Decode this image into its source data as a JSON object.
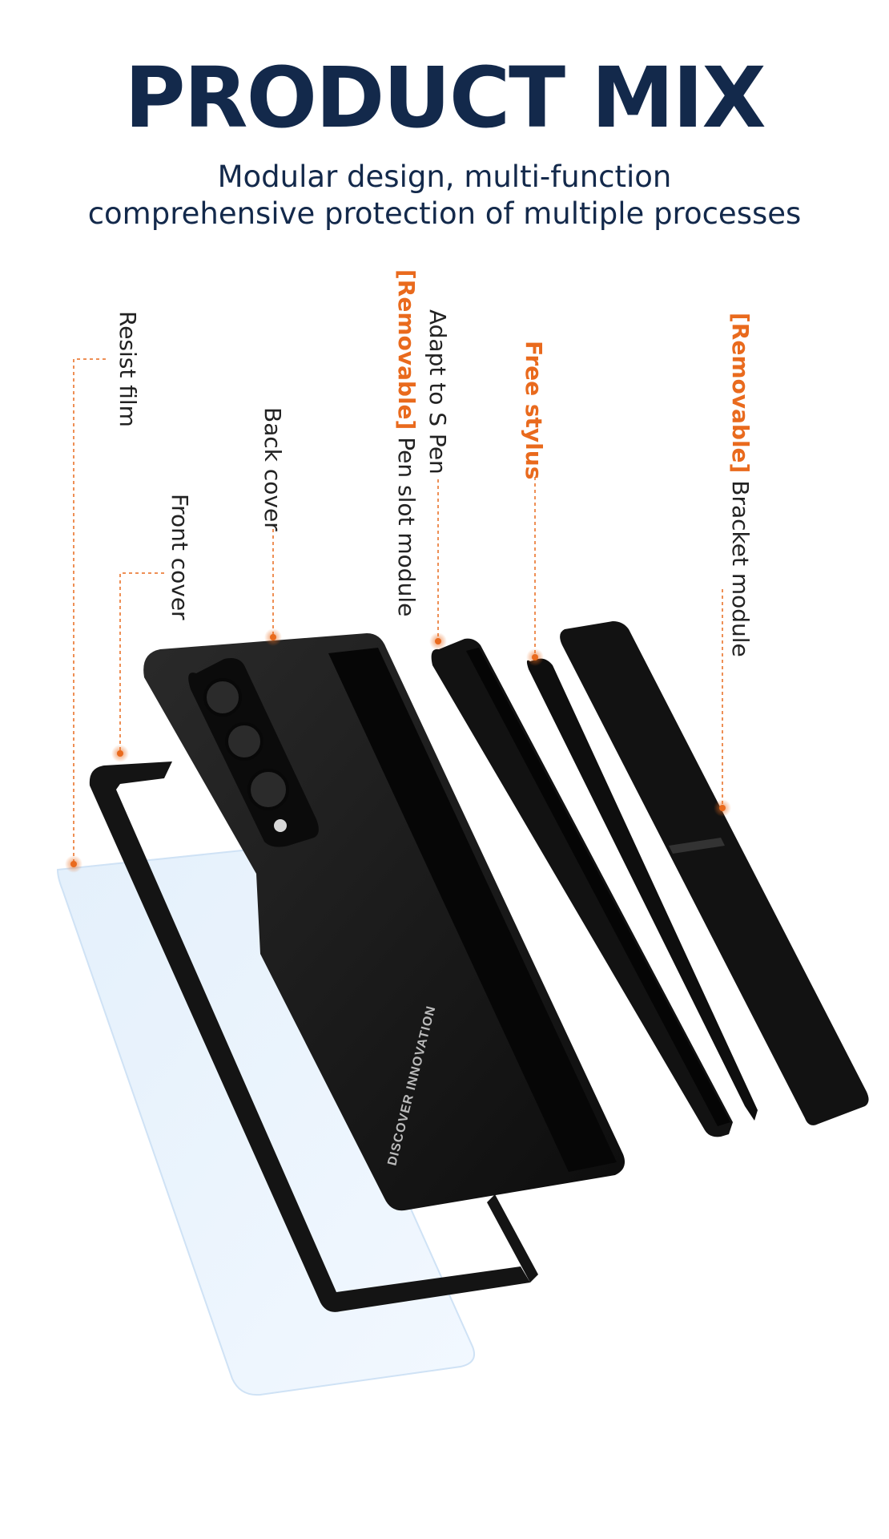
{
  "header": {
    "title": "PRODUCT MIX",
    "subtitle_line1": "Modular design, multi-function",
    "subtitle_line2": "comprehensive protection of multiple processes"
  },
  "labels": {
    "resist_film": "Resist film",
    "front_cover": "Front cover",
    "back_cover": "Back cover",
    "pen_slot_prefix": "Adapt to S Pen",
    "pen_slot_removable": "[Removable]",
    "pen_slot_module": "Pen slot module",
    "free_stylus": "Free stylus",
    "bracket_removable": "[Removable]",
    "bracket_module": "Bracket module"
  },
  "product": {
    "back_text": "DISCOVER INNOVATION"
  },
  "colors": {
    "title": "#13294b",
    "accent": "#e96a1d",
    "case": "#111111"
  }
}
